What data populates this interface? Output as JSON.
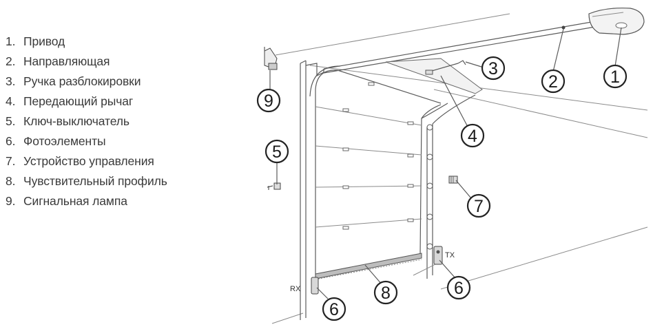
{
  "legend": [
    {
      "num": "1.",
      "text": "Привод"
    },
    {
      "num": "2.",
      "text": "Направляющая"
    },
    {
      "num": "3.",
      "text": "Ручка разблокировки"
    },
    {
      "num": "4.",
      "text": "Передающий рычаг"
    },
    {
      "num": "5.",
      "text": "Ключ-выключатель"
    },
    {
      "num": "6.",
      "text": "Фотоэлементы"
    },
    {
      "num": "7.",
      "text": "Устройство управления"
    },
    {
      "num": "8.",
      "text": "Чувствительный профиль"
    },
    {
      "num": "9.",
      "text": "Сигнальная лампа"
    }
  ],
  "callouts": {
    "c1": "1",
    "c2": "2",
    "c3": "3",
    "c4": "4",
    "c5": "5",
    "c6a": "6",
    "c6b": "6",
    "c7": "7",
    "c8": "8",
    "c9": "9"
  },
  "labels": {
    "rx": "RX",
    "tx": "TX"
  }
}
